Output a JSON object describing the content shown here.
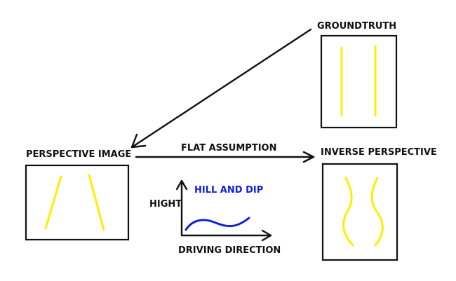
{
  "labels": {
    "groundtruth": "GROUNDTRUTH",
    "perspective_image": "PERSPECTIVE IMAGE",
    "flat_assumption": "FLAT ASSUMPTION",
    "inverse_perspective": "INVERSE PERSPECTIVE",
    "hill_and_dip": "HILL AND DIP",
    "hight": "HIGHT",
    "driving_direction": "DRIVING DIRECTION"
  },
  "colors": {
    "lane_lines": "#ffee00",
    "hill_curve": "#1020d8",
    "ink": "#111111"
  }
}
